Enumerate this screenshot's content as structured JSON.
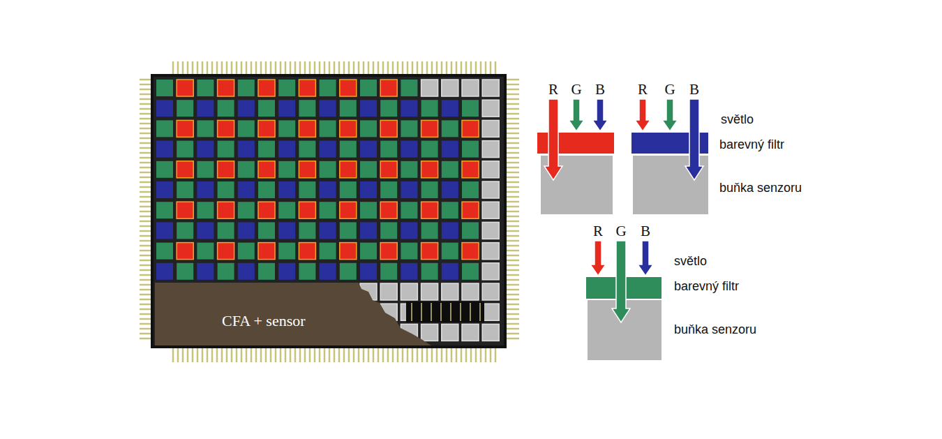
{
  "diagram": {
    "nodes": [
      {
        "text": [
          "CFA + sensor"
        ]
      }
    ],
    "edges": [],
    "labels": [
      "R",
      "G",
      "B",
      "R",
      "G",
      "B",
      "světlo",
      "barevný filtr",
      "buňka senzoru",
      "R",
      "G",
      "B",
      "světlo",
      "barevný filtr",
      "buňka senzoru"
    ]
  }
}
